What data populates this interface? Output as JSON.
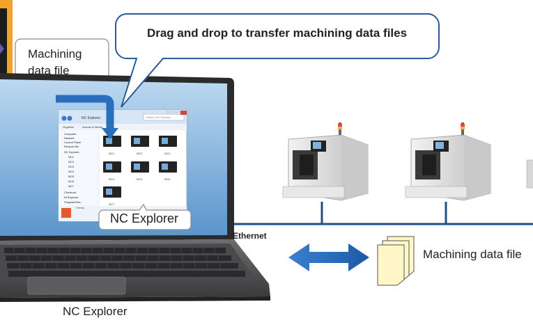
{
  "callout": {
    "text": "Drag and drop to transfer machining data files"
  },
  "file_callout": {
    "line1": "Machining",
    "line2": "data file"
  },
  "explorer_window": {
    "title": "NC Explorer",
    "search_placeholder": "Search NC Explorer",
    "toolbar": {
      "organize": "Organize",
      "include": "Include in library"
    },
    "tree": [
      "Computer",
      "Network",
      "Control Panel",
      "Recycle Bin",
      "NC Explorer",
      "NC1",
      "NC2",
      "NC3",
      "NC4",
      "NC5",
      "NC6",
      "NC7",
      "Checkout",
      "NCExplorer",
      "ProgramFiles"
    ],
    "machines": [
      "NC1",
      "NC2",
      "NC3",
      "NC4",
      "NC5",
      "NC6",
      "NC7"
    ],
    "status": "7 items"
  },
  "nc_explorer_callout": "NC Explorer",
  "network_label": "Ethernet",
  "right_file_label": "Machining data file",
  "laptop_caption": "NC Explorer",
  "colors": {
    "arrow_blue": "#2a6fbd",
    "network_line": "#1f4f8a",
    "callout_border": "#2a5a9a",
    "file_fill": "#fff7c8",
    "screen_blue": "#7fb3de",
    "orange": "#f2a32b"
  }
}
